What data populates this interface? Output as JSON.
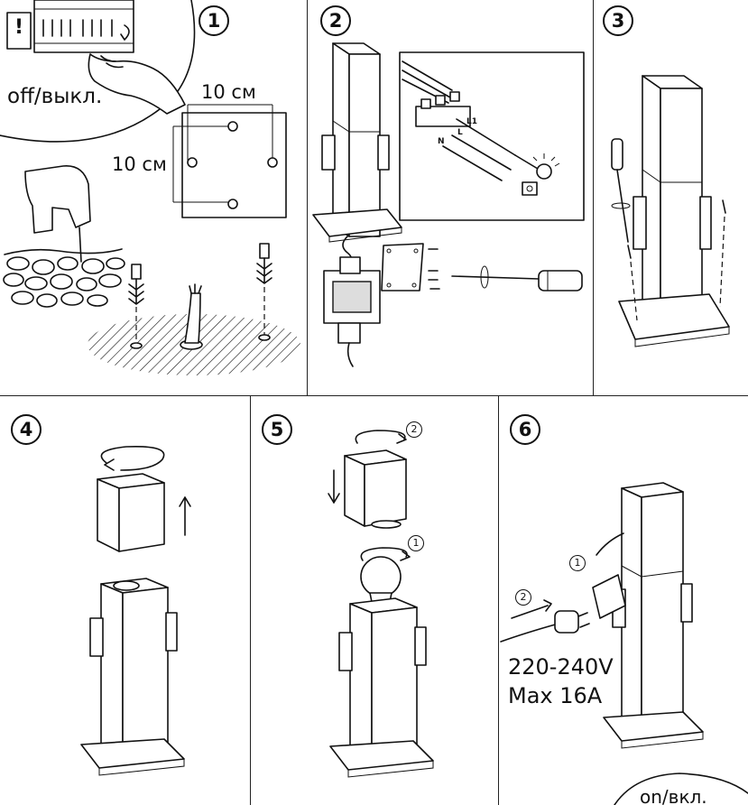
{
  "steps": [
    {
      "number": "1"
    },
    {
      "number": "2"
    },
    {
      "number": "3"
    },
    {
      "number": "4"
    },
    {
      "number": "5"
    },
    {
      "number": "6"
    }
  ],
  "step1": {
    "off_label": "off/выкл.",
    "warning_mark": "!",
    "dim_horizontal": "10 см",
    "dim_vertical": "10 см"
  },
  "step2": {
    "terminal_n": "N",
    "terminal_l": "L",
    "terminal_l1": "L1"
  },
  "step5": {
    "order_cap": "2",
    "order_bulb": "1"
  },
  "step6": {
    "order_cover": "1",
    "order_plug": "2",
    "voltage": "220-240V",
    "current": "Max 16A",
    "on_label": "on/вкл."
  }
}
